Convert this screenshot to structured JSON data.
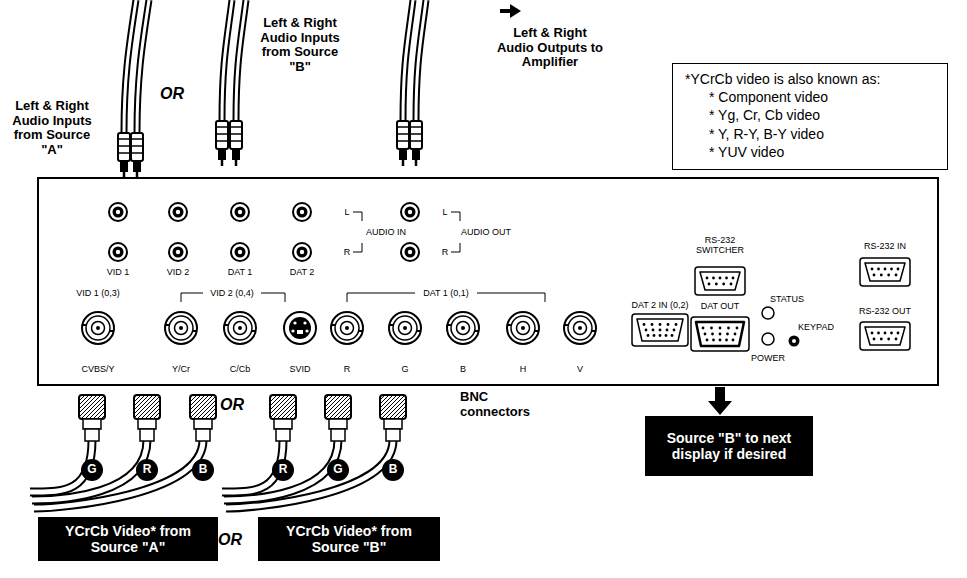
{
  "diagram": {
    "nodes": [
      {
        "text": [
          "*YCrCb video is also known as:",
          "* Component video",
          "* Yg, Cr, Cb video",
          "* Y, R-Y, B-Y video",
          "* YUV video"
        ]
      },
      {
        "text": [
          "YCrCb Video* from Source \"A\""
        ]
      },
      {
        "text": [
          "YCrCb Video* from Source \"B\""
        ]
      },
      {
        "text": [
          "Source \"B\" to next display if desired"
        ]
      }
    ],
    "labels": [
      "Left & Right Audio Inputs from Source \"A\"",
      "OR",
      "Left & Right Audio Inputs from Source \"B\"",
      "Left & Right Audio Outputs to Amplifier",
      "VID 1",
      "VID 2",
      "DAT 1",
      "DAT 2",
      "L",
      "AUDIO IN",
      "R",
      "L",
      "AUDIO OUT",
      "R",
      "VID 1 (0,3)",
      "VID 2 (0,4)",
      "DAT 1 (0,1)",
      "CVBS/Y",
      "Y/Cr",
      "C/Cb",
      "SVID",
      "R",
      "G",
      "B",
      "H",
      "V",
      "DAT 2 IN (0,2)",
      "RS-232 SWITCHER",
      "DAT OUT",
      "STATUS",
      "POWER",
      "KEYPAD",
      "RS-232 IN",
      "RS-232 OUT",
      "BNC connectors",
      "OR",
      "OR",
      "G",
      "R",
      "B",
      "R",
      "G",
      "B"
    ]
  }
}
